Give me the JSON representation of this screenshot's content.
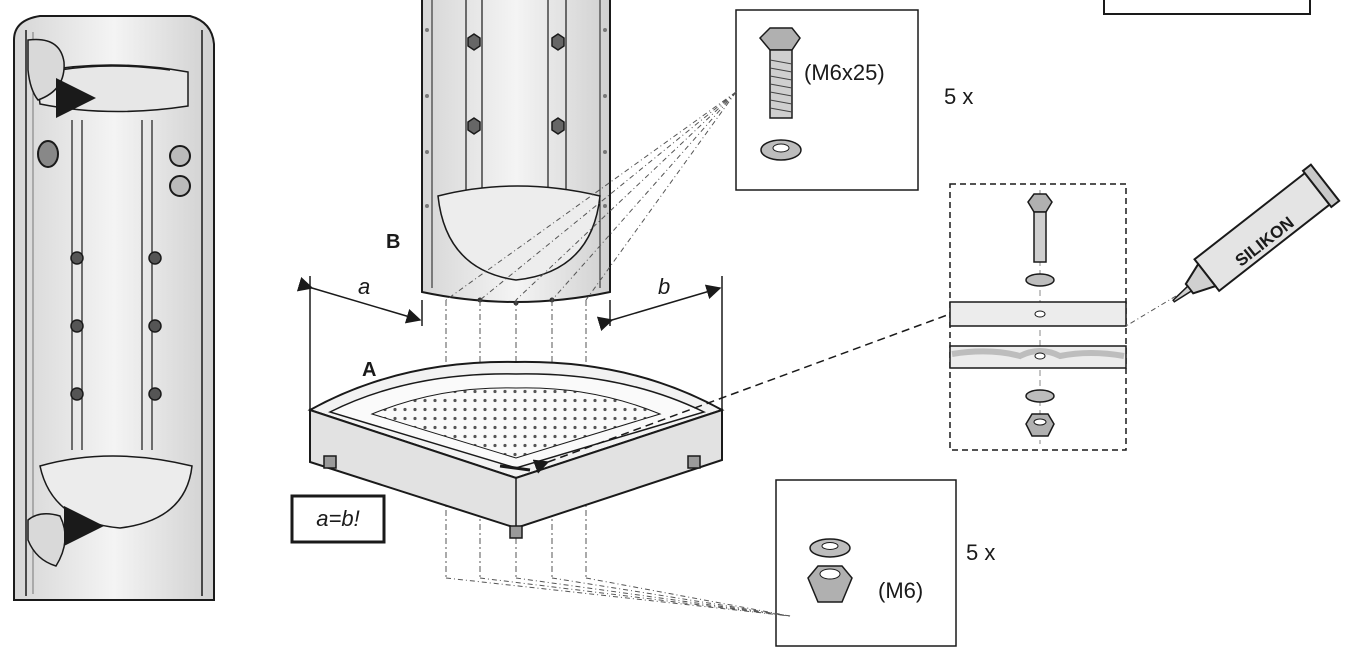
{
  "labels": {
    "part_a": "A",
    "part_b": "B",
    "dim_a": "a",
    "dim_b": "b",
    "equal_note": "a=b!"
  },
  "bolt_box": {
    "spec": "(M6x25)",
    "qty": "5 x"
  },
  "nut_box": {
    "spec": "(M6)",
    "qty": "5 x"
  },
  "sealant": {
    "label": "SILIKON"
  },
  "colors": {
    "line": "#1a1a1a",
    "panel": "#ececec",
    "tray": "#f2f2f2",
    "sealant_band": "#bdbdbd",
    "metal": "#8c8c8c"
  }
}
